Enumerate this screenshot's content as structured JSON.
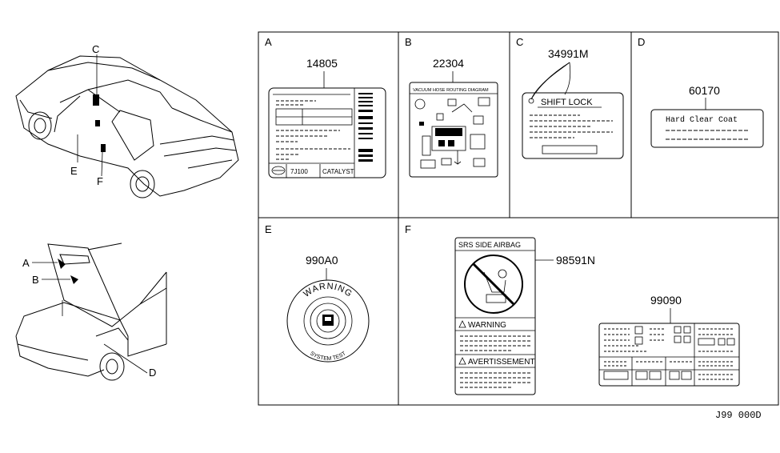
{
  "car_callouts": {
    "top": [
      "C",
      "E",
      "F"
    ],
    "bottom": [
      "A",
      "B",
      "D"
    ]
  },
  "panels": {
    "A": {
      "letter": "A",
      "part": "14805",
      "code": "7J100",
      "text": "CATALYST"
    },
    "B": {
      "letter": "B",
      "part": "22304",
      "title": "VACUUM HOSE ROUTING DIAGRAM"
    },
    "C": {
      "letter": "C",
      "part": "34991M",
      "title": "SHIFT LOCK"
    },
    "D": {
      "letter": "D",
      "part": "60170",
      "title": "Hard Clear Coat"
    },
    "E": {
      "letter": "E",
      "part": "990A0",
      "ring_text": "WARNING",
      "ring_text_bottom": "SYSTEM TEST"
    },
    "F": {
      "letter": "F",
      "part1": "98591N",
      "part2": "99090",
      "title": "SRS SIDE AIRBAG",
      "warning": "WARNING",
      "avertissement": "AVERTISSEMENT"
    }
  },
  "footer_code": "J99 000D"
}
